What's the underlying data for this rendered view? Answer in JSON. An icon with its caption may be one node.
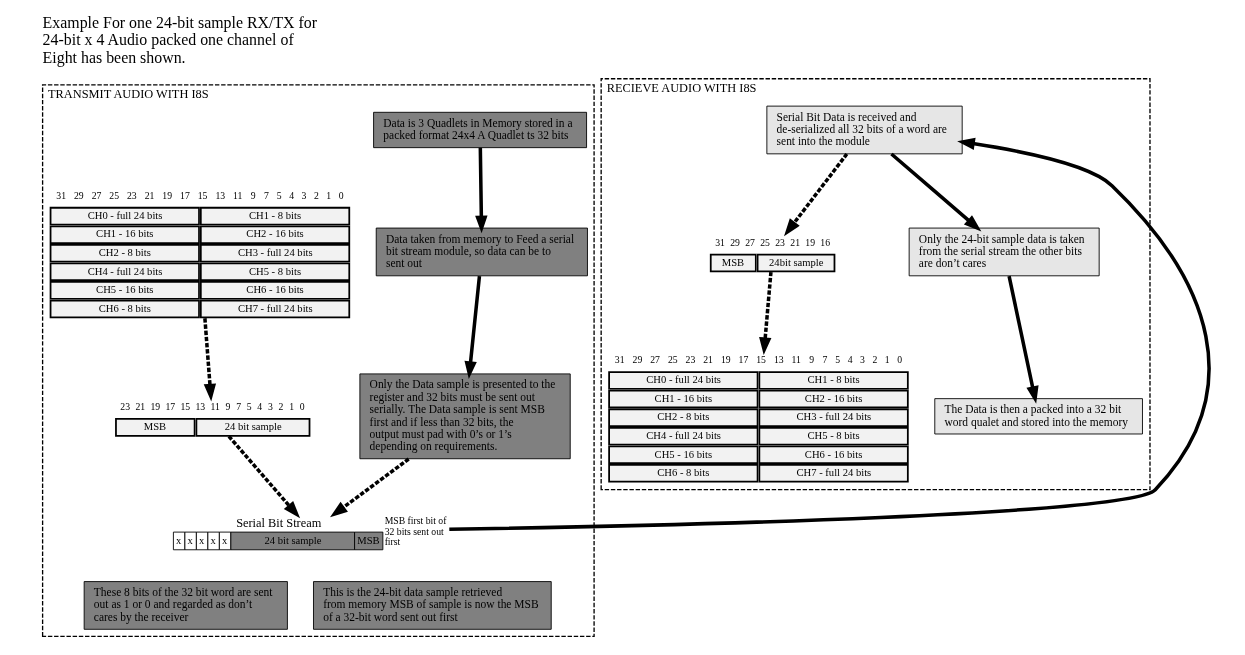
{
  "diagram": {
    "title": "Example For one 24-bit sample RX/TX for 24-bit x 4 Audio packed one channel of Eight has been shown.",
    "nodes": [
      {
        "text": [
          "TRANSMIT AUDIO WITH I8S"
        ]
      },
      {
        "text": [
          "Data is 3 Quadlets in Memory stored in a packed format 24x4 A Quadlet ts 32 bits"
        ],
        "in": 0
      },
      {
        "text": [
          "CH0 - full 24 bits",
          "CH1 - 8 bits",
          "CH1 - 16 bits",
          "CH2 - 16 bits",
          "CH2 - 8 bits",
          "CH3 - full 24 bits",
          "CH4 - full 24 bits",
          "CH5 - 8 bits",
          "CH5 - 16 bits",
          "CH6 - 16 bits",
          "CH6 - 8 bits",
          "CH7 - full 24 bits"
        ],
        "beside": [
          "31",
          "29",
          "27",
          "25",
          "23",
          "21",
          "19",
          "17",
          "15",
          "13",
          "11",
          "9",
          "7",
          "5",
          "4",
          "3",
          "2",
          "1",
          "0"
        ],
        "in": 0
      },
      {
        "text": [
          "Data taken from memory to Feed a serial bit stream module, so data can be to sent out"
        ],
        "in": 0
      },
      {
        "text": [
          "MSB",
          "24 bit sample"
        ],
        "beside": [
          "23",
          "21",
          "19",
          "17",
          "15",
          "13",
          "11",
          "9",
          "7",
          "5",
          "4",
          "3",
          "2",
          "1",
          "0"
        ],
        "in": 0
      },
      {
        "text": [
          "Only the Data sample is presented to the register and 32 bits must be sent out serially. The Data sample is sent MSB first and if less than 32 bits, the output must pad with 0’s or 1’s depending on requirements."
        ],
        "in": 0
      },
      {
        "text": [
          "Serial Bit Stream",
          "x",
          "x",
          "x",
          "x",
          "x",
          "24 bit sample",
          "MSB"
        ],
        "beside": [
          "MSB first bit of 32 bits sent out first"
        ],
        "in": 0
      },
      {
        "text": [
          "These 8 bits of the 32 bit word are sent out as 1 or 0 and regarded as don’t cares by the receiver"
        ],
        "in": 0
      },
      {
        "text": [
          "This is the 24-bit data sample retrieved from memory MSB of sample is now the MSB of a 32-bit word sent out first"
        ],
        "in": 0
      },
      {
        "text": [
          "RECIEVE AUDIO WITH I8S"
        ]
      },
      {
        "text": [
          "CH0 - full 24 bits",
          "CH1 - 8 bits",
          "CH1 - 16 bits",
          "CH2 - 16 bits",
          "CH2 - 8 bits",
          "CH3 - full 24 bits",
          "CH4 - full 24 bits",
          "CH5 - 8 bits",
          "CH5 - 16 bits",
          "CH6 - 16 bits",
          "CH6 - 8 bits",
          "CH7 - full 24 bits"
        ],
        "beside": [
          "31",
          "29",
          "27",
          "25",
          "23",
          "21",
          "19",
          "17",
          "15",
          "13",
          "11",
          "9",
          "7",
          "5",
          "4",
          "3",
          "2",
          "1",
          "0"
        ],
        "in": 9
      },
      {
        "text": [
          "The Data is then a packed into a 32 bit word qualet and stored into the memory"
        ],
        "in": 9
      },
      {
        "text": [
          "MSB",
          "24bit sample"
        ],
        "beside": [
          "31",
          "29",
          "27",
          "25",
          "23",
          "21",
          "19",
          "16"
        ],
        "in": 9
      },
      {
        "text": [
          "Only the 24-bit sample data is taken from the serial stream the other bits are don’t cares"
        ],
        "in": 9
      },
      {
        "text": [
          "Serial Bit Data is received and de-serialized all 32 bits of a word are sent into the module"
        ],
        "in": 9
      }
    ],
    "edges": [
      {
        "from": 1,
        "to": 3,
        "arrow": "to"
      },
      {
        "from": 3,
        "to": 5,
        "arrow": "to"
      },
      {
        "from": 2,
        "to": 4,
        "arrow": "to",
        "style": "dashed"
      },
      {
        "from": 4,
        "to": 6,
        "arrow": "to",
        "style": "dashed"
      },
      {
        "from": 5,
        "to": 6,
        "arrow": "to",
        "style": "dashed"
      },
      {
        "from": 6,
        "to": 14,
        "arrow": "to"
      },
      {
        "from": 14,
        "to": 13,
        "arrow": "to"
      },
      {
        "from": 13,
        "to": 11,
        "arrow": "to"
      },
      {
        "from": 14,
        "to": 12,
        "arrow": "to",
        "style": "dashed"
      },
      {
        "from": 12,
        "to": 10,
        "arrow": "to",
        "style": "dashed"
      }
    ]
  }
}
